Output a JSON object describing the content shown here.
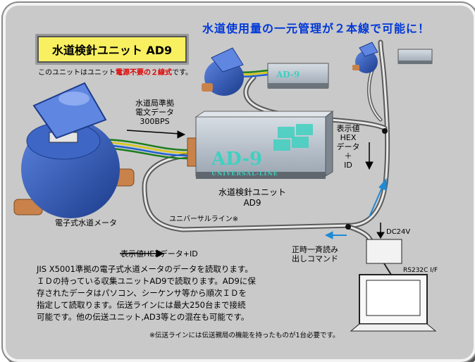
{
  "headline": "水道使用量の一元管理が２本線で可能に！",
  "title": "水道検針ユニット AD9",
  "subtitle": {
    "prefix": "このユニットはユニット",
    "highlight": "電源不要の２線式",
    "suffix": "です。"
  },
  "labels": {
    "protocol_line1": "水道局準拠",
    "protocol_line2": "電文データ",
    "protocol_line3": "300BPS",
    "meter": "電子式水道メータ",
    "unit_line1": "水道検針ユニット",
    "unit_line2": "AD9",
    "device_brand": "AD-9",
    "device_series": "UNIVERSAL-LINE",
    "hex_line1": "表示値",
    "hex_line2": "HEX",
    "hex_line3": "データ",
    "hex_line4": "＋",
    "hex_line5": "ID",
    "universal_line": "ユニバーサルライン※",
    "hex_id": "表示値HEXデータ+ID",
    "command_line1": "正時一斉読み",
    "command_line2": "出しコマンド",
    "power": "DC24V",
    "interface": "RS232C I/F"
  },
  "description": [
    "JIS X5001準拠の電子式水道メータのデータを読取ります。",
    "ＩＤの持っている収集ユニットAD9で読取ります。AD9に保",
    "存されたデータはパソコン、シーケンサ等から順次ＩＤを",
    "指定して読取ります。伝送ラインには最大250台まで接続",
    "可能です。他の伝送ユニット,AD3等との混在も可能です。"
  ],
  "footnote": "※伝送ラインには伝送親局の機能を持ったものが1台必要です。",
  "colors": {
    "headline": "#0038d8",
    "title_bg": "#f8f060",
    "highlight": "#e00000",
    "arrow_blue": "#1e8ad6",
    "meter_blue": "#2850b0",
    "device_gray": "#a9b4c0",
    "device_logo": "#3fd0c0"
  }
}
